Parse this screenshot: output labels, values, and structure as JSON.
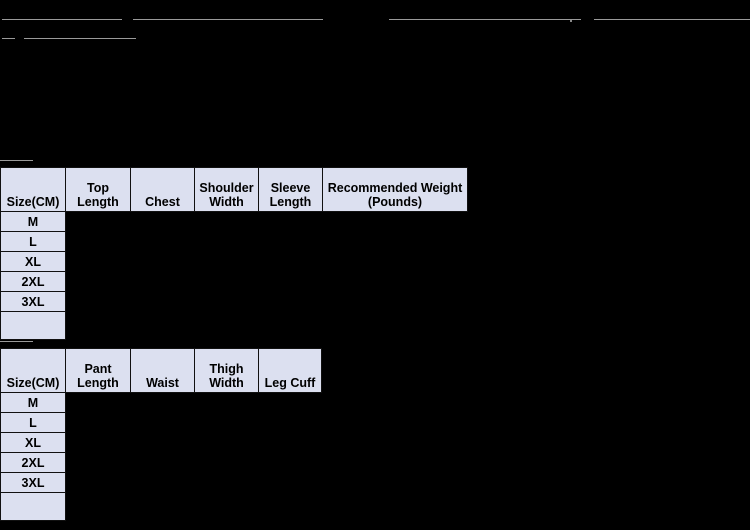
{
  "page": {
    "background_color": "#000000",
    "cell_fill_color": "#dce0f0",
    "cell_border_color": "#111111",
    "rule_color": "#9a9a9a"
  },
  "link_strip": {
    "rows": [
      [
        {
          "name": "link-1",
          "text": ""
        },
        {
          "name": "link-2",
          "text": ""
        },
        {
          "name": "link-3",
          "text": ""
        },
        {
          "name": "link-4",
          "text": ""
        },
        {
          "name": "link-5",
          "text": ""
        },
        {
          "name": "link-6",
          "text": ""
        }
      ],
      [
        {
          "name": "link-7",
          "text": ""
        },
        {
          "name": "link-8",
          "text": ""
        }
      ]
    ]
  },
  "tables": [
    {
      "id": "top-wear",
      "caption": "",
      "columns": [
        "Size(CM)",
        "Top Length",
        "Chest",
        "Shoulder Width",
        "Sleeve Length",
        "Recommended Weight (Pounds)"
      ],
      "column_lines": [
        [
          "Size(CM)"
        ],
        [
          "Top",
          "Length"
        ],
        [
          "Chest"
        ],
        [
          "Shoulder",
          "Width"
        ],
        [
          "Sleeve",
          "Length"
        ],
        [
          "Recommended Weight",
          "(Pounds)"
        ]
      ],
      "rows": [
        {
          "size": "M",
          "top_length": "",
          "chest": "",
          "shoulder_width": "",
          "sleeve_length": "",
          "recommended_weight": ""
        },
        {
          "size": "L",
          "top_length": "",
          "chest": "",
          "shoulder_width": "",
          "sleeve_length": "",
          "recommended_weight": ""
        },
        {
          "size": "XL",
          "top_length": "",
          "chest": "",
          "shoulder_width": "",
          "sleeve_length": "",
          "recommended_weight": ""
        },
        {
          "size": "2XL",
          "top_length": "",
          "chest": "",
          "shoulder_width": "",
          "sleeve_length": "",
          "recommended_weight": ""
        },
        {
          "size": "3XL",
          "top_length": "",
          "chest": "",
          "shoulder_width": "",
          "sleeve_length": "",
          "recommended_weight": ""
        },
        {
          "size": "",
          "top_length": "",
          "chest": "",
          "shoulder_width": "",
          "sleeve_length": "",
          "recommended_weight": ""
        }
      ]
    },
    {
      "id": "bottom-wear",
      "caption": "",
      "columns": [
        "Size(CM)",
        "Pant Length",
        "Waist",
        "Thigh Width",
        "Leg Cuff"
      ],
      "column_lines": [
        [
          "Size(CM)"
        ],
        [
          "Pant",
          "Length"
        ],
        [
          "Waist"
        ],
        [
          "Thigh",
          "Width"
        ],
        [
          "Leg Cuff"
        ]
      ],
      "rows": [
        {
          "size": "M",
          "pant_length": "",
          "waist": "",
          "thigh_width": "",
          "leg_cuff": ""
        },
        {
          "size": "L",
          "pant_length": "",
          "waist": "",
          "thigh_width": "",
          "leg_cuff": ""
        },
        {
          "size": "XL",
          "pant_length": "",
          "waist": "",
          "thigh_width": "",
          "leg_cuff": ""
        },
        {
          "size": "2XL",
          "pant_length": "",
          "waist": "",
          "thigh_width": "",
          "leg_cuff": ""
        },
        {
          "size": "3XL",
          "pant_length": "",
          "waist": "",
          "thigh_width": "",
          "leg_cuff": ""
        },
        {
          "size": "",
          "pant_length": "",
          "waist": "",
          "thigh_width": "",
          "leg_cuff": ""
        }
      ]
    }
  ]
}
